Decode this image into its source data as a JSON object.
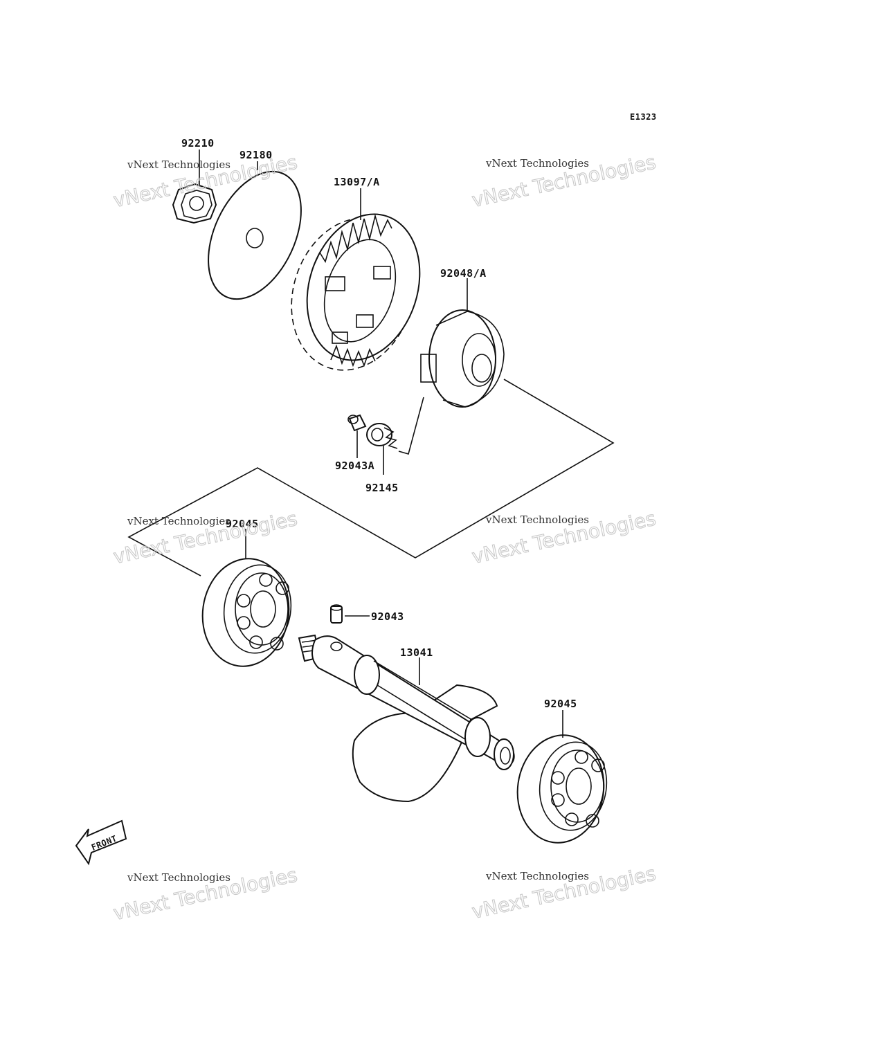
{
  "drawing_ref": "E1323",
  "parts": {
    "nut": "92210",
    "washer": "92180",
    "gear": "13097/A",
    "collar": "92048/A",
    "pin_a": "92043A",
    "spring": "92145",
    "bearing_left": "92045",
    "pin": "92043",
    "shaft": "13041",
    "bearing_right": "92045"
  },
  "front_label": "FRONT",
  "watermark": {
    "line1": "vNext Technologies",
    "line2": "vNext Technologies"
  }
}
